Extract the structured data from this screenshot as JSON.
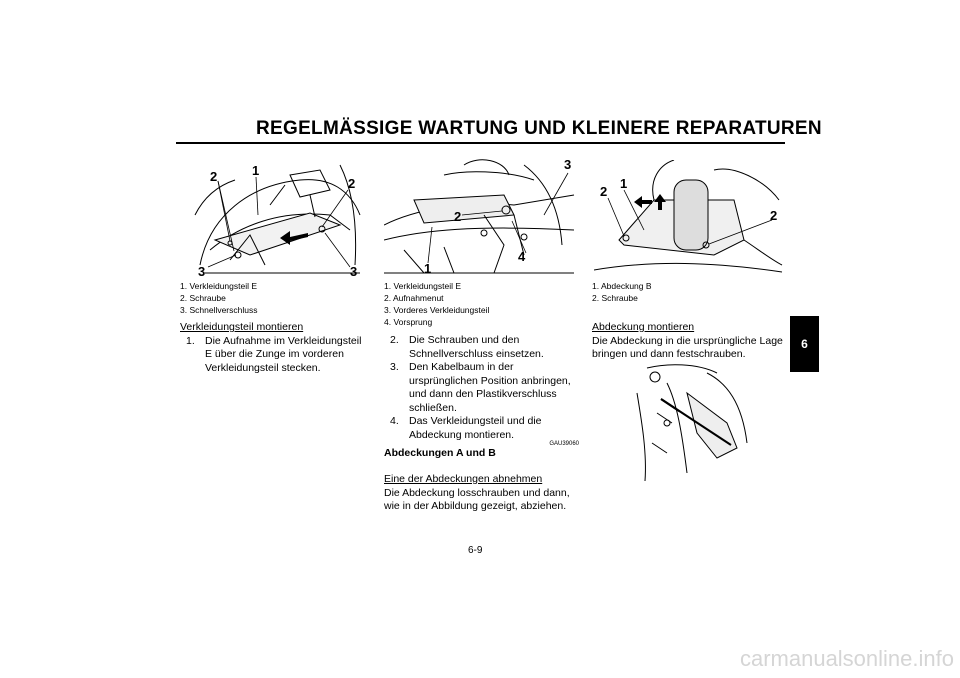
{
  "header": {
    "title": "REGELMÄSSIGE WARTUNG UND KLEINERE REPARATUREN"
  },
  "figures": {
    "fig1": {
      "callouts": [
        "2",
        "1",
        "2",
        "3",
        "3"
      ]
    },
    "fig2": {
      "callouts": [
        "3",
        "2",
        "4",
        "1"
      ]
    },
    "fig3": {
      "callouts": [
        "2",
        "1",
        "2"
      ]
    }
  },
  "col1": {
    "legend": [
      "1. Verkleidungsteil E",
      "2. Schraube",
      "3. Schnellverschluss"
    ],
    "subheading": "Verkleidungsteil montieren",
    "steps": [
      {
        "num": "1.",
        "text": "Die Aufnahme im Verkleidungsteil E über die Zunge im vorderen Verkleidungsteil stecken."
      }
    ]
  },
  "col2": {
    "legend": [
      "1. Verkleidungsteil E",
      "2. Aufnahmenut",
      "3. Vorderes Verkleidungsteil",
      "4. Vorsprung"
    ],
    "steps": [
      {
        "num": "2.",
        "text": "Die Schrauben und den Schnellverschluss einsetzen."
      },
      {
        "num": "3.",
        "text": "Den Kabelbaum in der ursprünglichen Position anbringen, und dann den Plastikverschluss schließen."
      },
      {
        "num": "4.",
        "text": "Das Verkleidungsteil und die Abdeckung montieren."
      }
    ],
    "code": "GAU39060",
    "section_heading": "Abdeckungen A und B",
    "subheading": "Eine der Abdeckungen abnehmen",
    "paragraph": "Die Abdeckung losschrauben und dann, wie in der Abbildung gezeigt, abziehen."
  },
  "col3": {
    "legend": [
      "1. Abdeckung B",
      "2. Schraube"
    ],
    "subheading": "Abdeckung montieren",
    "paragraph": "Die Abdeckung in die ursprüngliche Lage bringen und dann festschrauben."
  },
  "chapter_tab": "6",
  "page_number": "6-9",
  "watermark": "carmanualsonline.info"
}
